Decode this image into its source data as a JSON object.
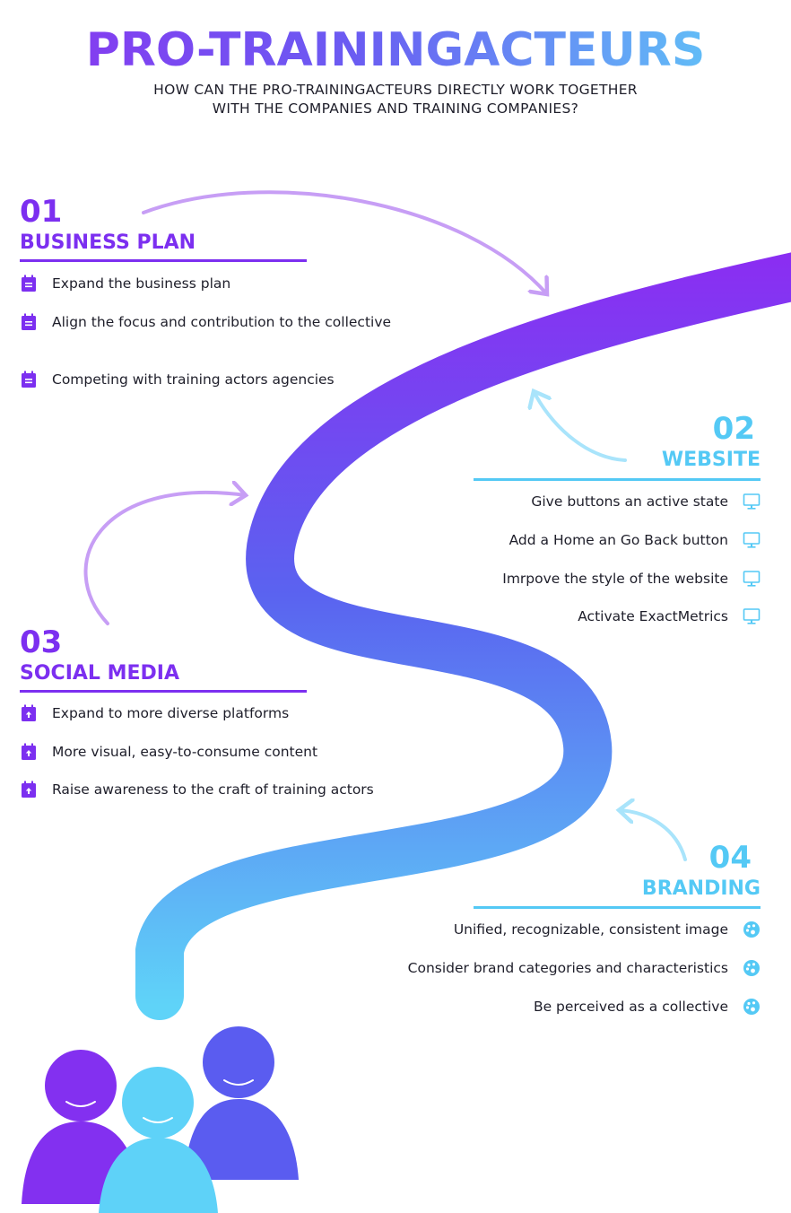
{
  "header": {
    "title": "PRO-TRAININGACTEURS",
    "subtitle_line1": "HOW CAN THE PRO-TRAININGACTEURS DIRECTLY WORK TOGETHER",
    "subtitle_line2": "WITH THE COMPANIES AND TRAINING COMPANIES?"
  },
  "colors": {
    "purple": "#7c2ff0",
    "violet": "#5a5cf0",
    "cyan": "#54c9f5",
    "arrow_purple": "#c79ef5",
    "arrow_cyan": "#a9e4fb"
  },
  "sections": [
    {
      "number": "01",
      "title": "BUSINESS PLAN",
      "icon": "notepad-icon",
      "items": [
        "Expand the business plan",
        "Align the focus and contribution to the collective",
        "Competing with training actors agencies"
      ]
    },
    {
      "number": "02",
      "title": "WEBSITE",
      "icon": "monitor-icon",
      "items": [
        "Give buttons an active state",
        "Add a Home an Go Back button",
        "Imrpove the style of the website",
        "Activate ExactMetrics"
      ]
    },
    {
      "number": "03",
      "title": "SOCIAL MEDIA",
      "icon": "calendar-upload-icon",
      "items": [
        "Expand to more diverse platforms",
        "More visual, easy-to-consume content",
        "Raise awareness to the craft of training actors"
      ]
    },
    {
      "number": "04",
      "title": "BRANDING",
      "icon": "palette-icon",
      "items": [
        "Unified, recognizable, consistent image",
        "Consider brand categories and characteristics",
        "Be perceived as a collective"
      ]
    }
  ]
}
